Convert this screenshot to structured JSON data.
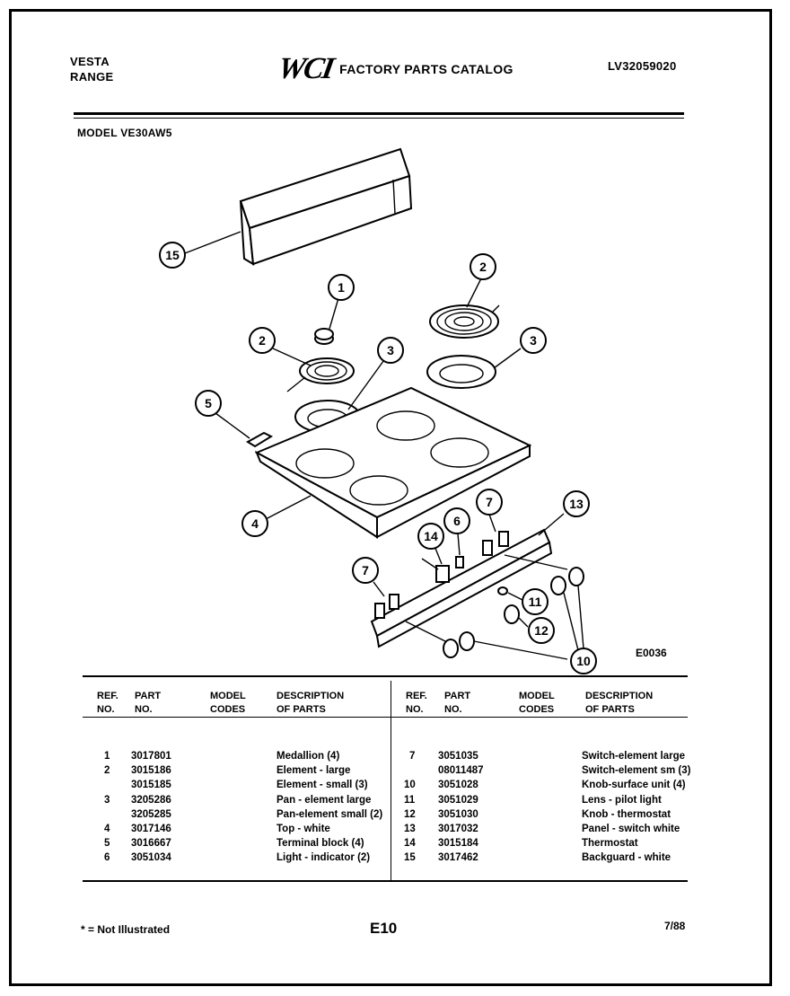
{
  "header": {
    "brand_line1": "VESTA",
    "brand_line2": "RANGE",
    "logo": "WCI",
    "catalog_title": "FACTORY PARTS CATALOG",
    "catalog_number": "LV32059020",
    "model": "MODEL VE30AW5"
  },
  "diagram": {
    "code": "E0036",
    "callouts": [
      "15",
      "1",
      "2",
      "2",
      "3",
      "3",
      "5",
      "4",
      "6",
      "7",
      "7",
      "14",
      "13",
      "11",
      "12",
      "10"
    ]
  },
  "table": {
    "headers": {
      "ref": [
        "REF.",
        "NO."
      ],
      "part": [
        "PART",
        "NO."
      ],
      "model": [
        "MODEL",
        "CODES"
      ],
      "desc": [
        "DESCRIPTION",
        "OF PARTS"
      ]
    },
    "left_rows": [
      {
        "ref": "1",
        "part": "3017801",
        "model": "",
        "desc": "Medallion (4)"
      },
      {
        "ref": "2",
        "part": "3015186",
        "model": "",
        "desc": "Element - large"
      },
      {
        "ref": "",
        "part": "3015185",
        "model": "",
        "desc": "Element - small (3)"
      },
      {
        "ref": "3",
        "part": "3205286",
        "model": "",
        "desc": "Pan - element large"
      },
      {
        "ref": "",
        "part": "3205285",
        "model": "",
        "desc": "Pan-element small (2)"
      },
      {
        "ref": "4",
        "part": "3017146",
        "model": "",
        "desc": "Top - white"
      },
      {
        "ref": "5",
        "part": "3016667",
        "model": "",
        "desc": "Terminal block (4)"
      },
      {
        "ref": "6",
        "part": "3051034",
        "model": "",
        "desc": "Light - indicator (2)"
      }
    ],
    "right_rows": [
      {
        "ref": "7",
        "part": "3051035",
        "model": "",
        "desc": "Switch-element large"
      },
      {
        "ref": "",
        "part": "08011487",
        "model": "",
        "desc": "Switch-element sm (3)"
      },
      {
        "ref": "10",
        "part": "3051028",
        "model": "",
        "desc": "Knob-surface unit (4)"
      },
      {
        "ref": "11",
        "part": "3051029",
        "model": "",
        "desc": "Lens - pilot light"
      },
      {
        "ref": "12",
        "part": "3051030",
        "model": "",
        "desc": "Knob - thermostat"
      },
      {
        "ref": "13",
        "part": "3017032",
        "model": "",
        "desc": "Panel - switch white"
      },
      {
        "ref": "14",
        "part": "3015184",
        "model": "",
        "desc": "Thermostat"
      },
      {
        "ref": "15",
        "part": "3017462",
        "model": "",
        "desc": "Backguard - white"
      }
    ]
  },
  "footer": {
    "note": "* = Not Illustrated",
    "page": "E10",
    "date": "7/88"
  }
}
